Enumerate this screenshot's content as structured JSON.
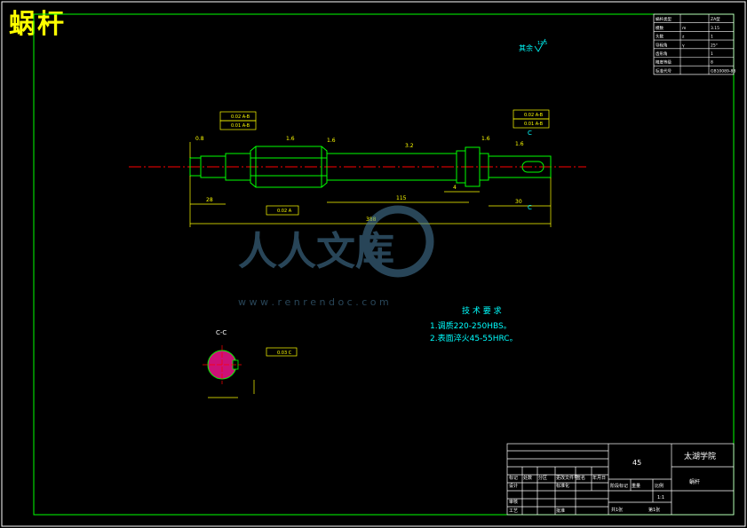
{
  "drawing_title": "蜗杆",
  "roughness_note": "其余",
  "roughness_symbol_value": "12.5",
  "params_table": {
    "rows": [
      {
        "label": "蜗杆类型",
        "symbol": "",
        "value": "ZA型"
      },
      {
        "label": "模数",
        "symbol": "m",
        "value": "3.15"
      },
      {
        "label": "头数",
        "symbol": "z",
        "value": "1"
      },
      {
        "label": "导程角",
        "symbol": "γ",
        "value": "25°"
      },
      {
        "label": "齿形角",
        "symbol": "",
        "value": "1"
      },
      {
        "label": "精度等级",
        "symbol": "",
        "value": "8"
      },
      {
        "label": "标准代号",
        "symbol": "",
        "value": "GB10089-88"
      }
    ]
  },
  "tech_requirements": {
    "heading": "技 术 要 求",
    "items": [
      "1.调质220-250HBS。",
      "2.表面淬火45-55HRC。"
    ]
  },
  "section_label": "C-C",
  "section_marker": "C",
  "dims": {
    "overall_length": "388",
    "mid_length": "115",
    "roughness_a": "1.6",
    "roughness_b": "3.2",
    "roughness_c": "0.8",
    "small_a": "4",
    "small_b": "28",
    "small_c": "30",
    "gtol_a": "0.02 A-B",
    "gtol_b": "0.01 A-B",
    "gtol_c": "0.02 A",
    "keyway_tol": "0.03 C"
  },
  "watermark": {
    "brand": "人人文库",
    "url": "w w w . r e n r e n d o c . c o m"
  },
  "title_block": {
    "material": "45",
    "school": "太湖学院",
    "part_name": "蜗杆",
    "row_labels": [
      "标记",
      "处数",
      "分区",
      "更改文件号",
      "签名",
      "年月日"
    ],
    "design_label": "设计",
    "std_label": "标准化",
    "review_label": "审核",
    "process_label": "工艺",
    "approve_label": "批准",
    "stage_label": "阶段标记",
    "weight_label": "重量",
    "scale_label": "比例",
    "scale_value": "1:1",
    "sheets_label": "共1张",
    "sheet_label": "第1张"
  }
}
